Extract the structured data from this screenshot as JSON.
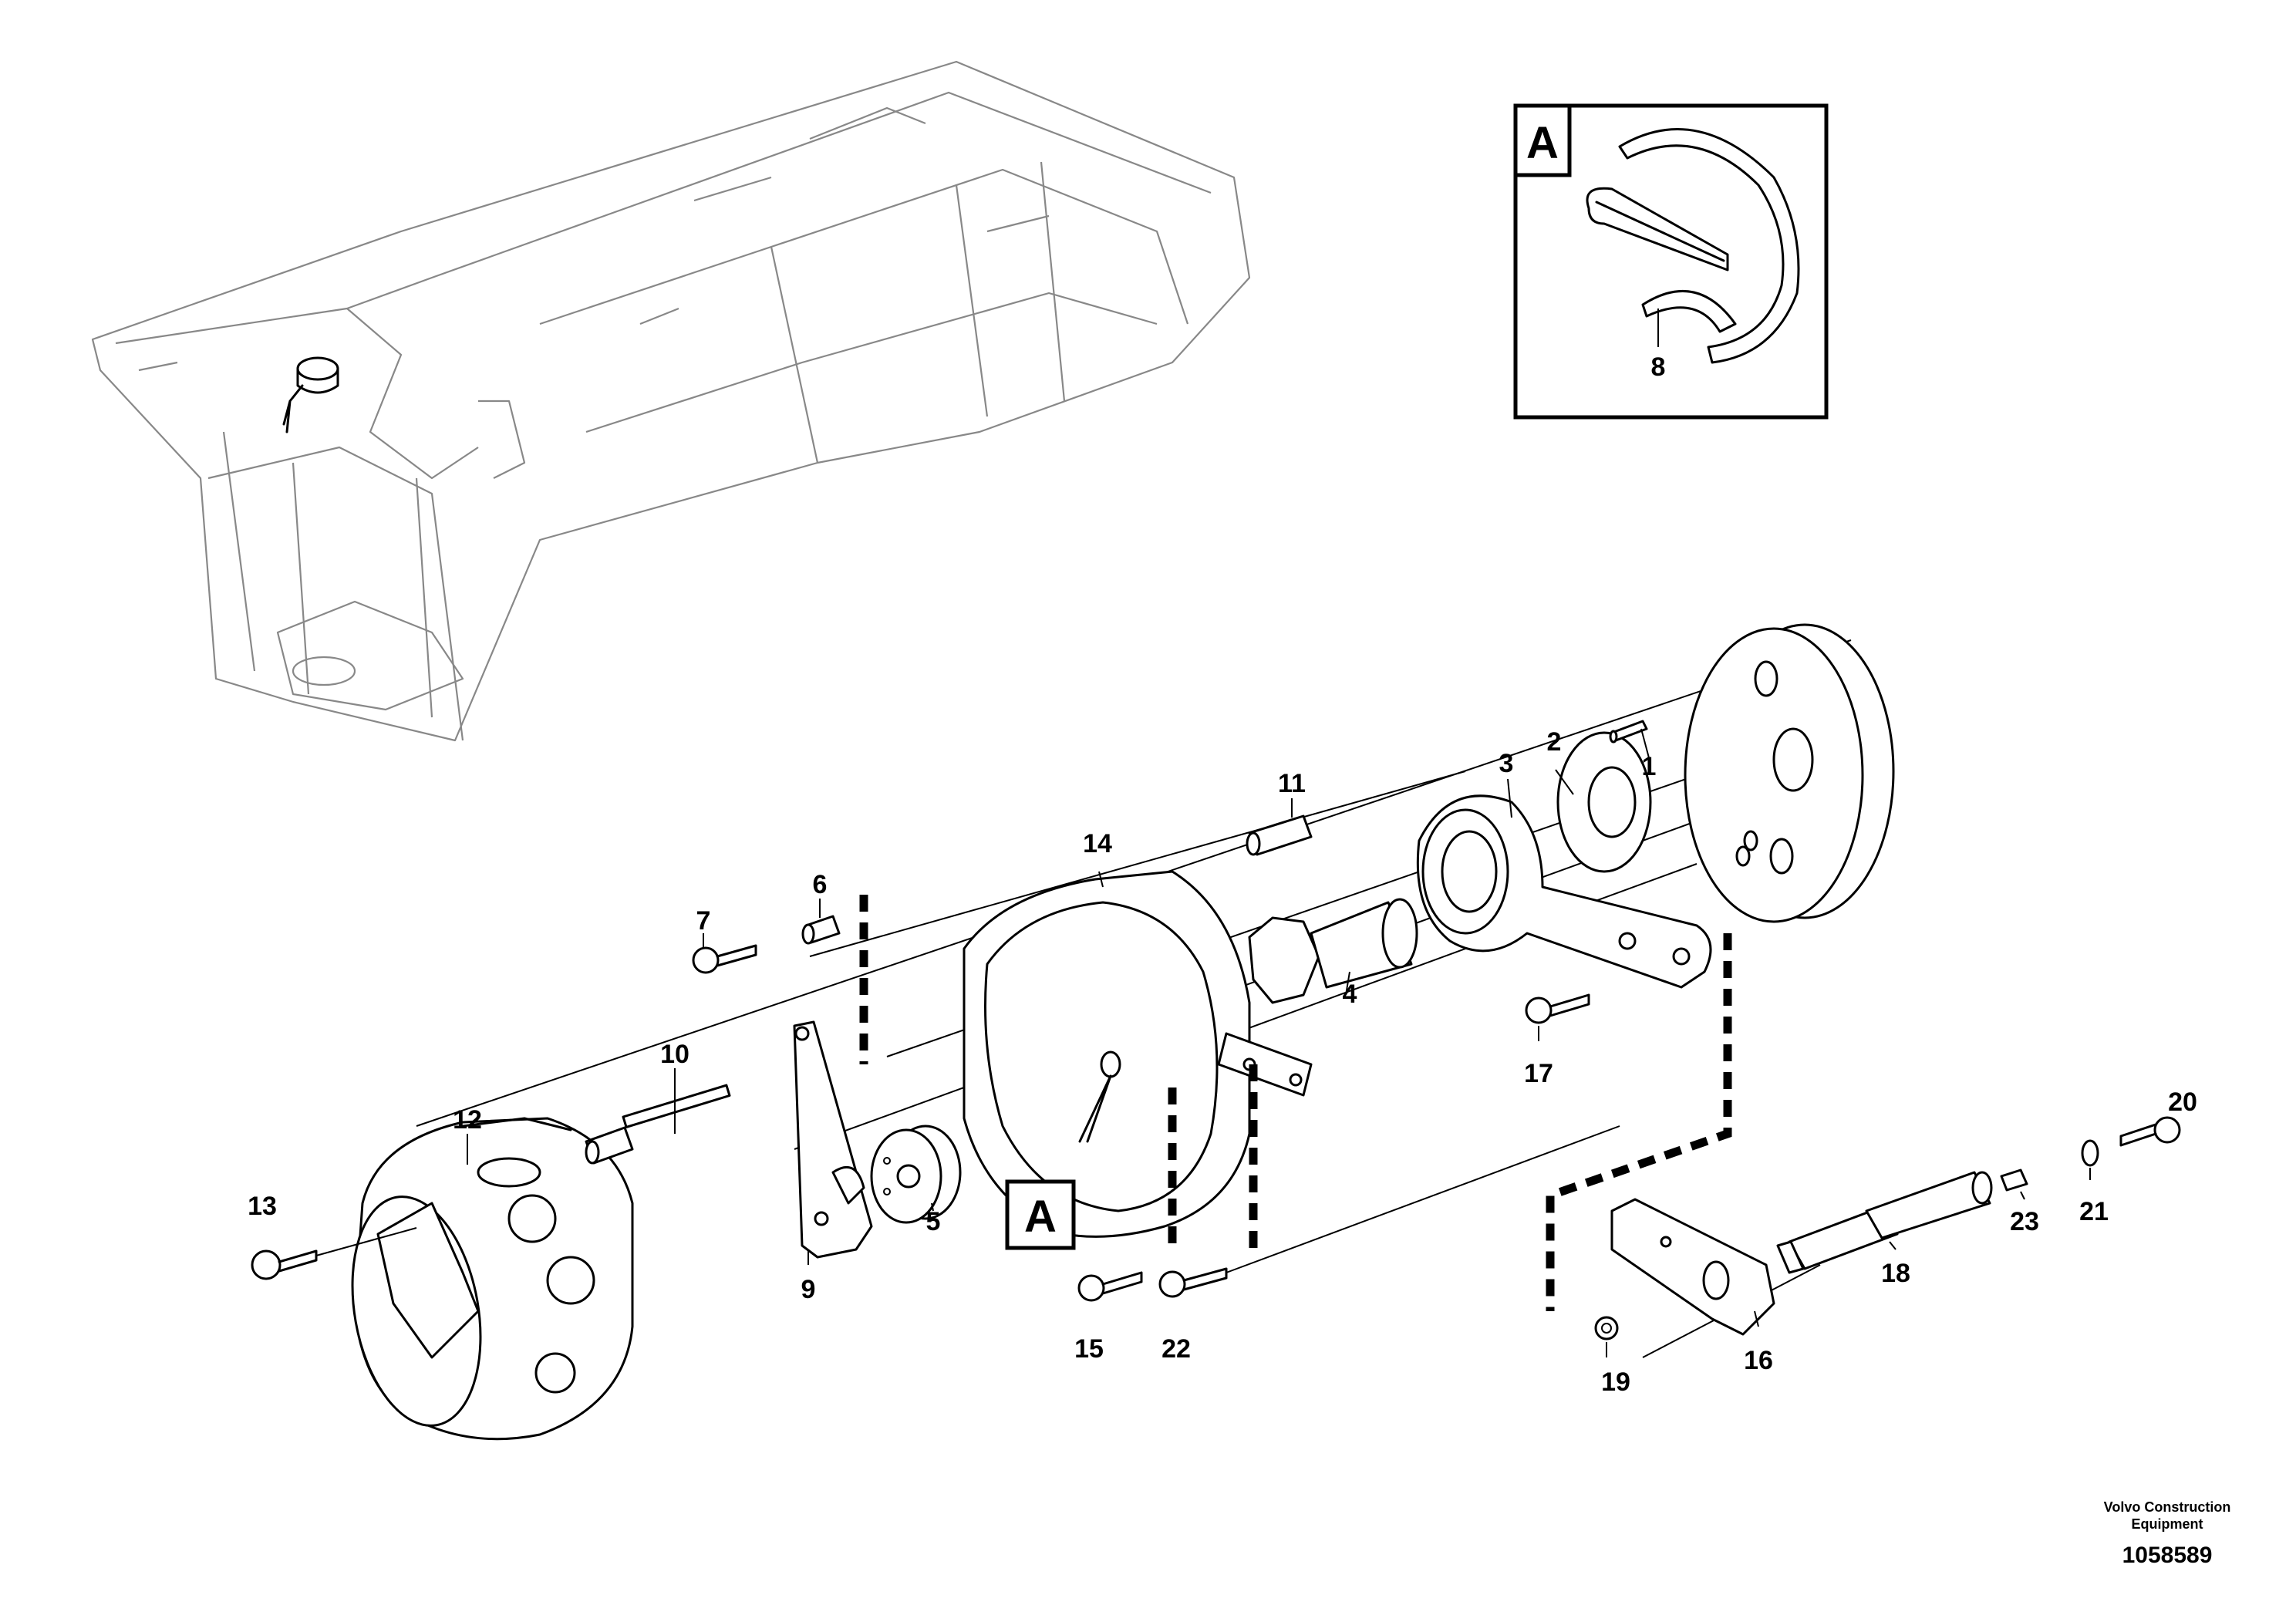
{
  "diagram": {
    "part_numbers": [
      "1",
      "2",
      "3",
      "4",
      "5",
      "6",
      "7",
      "8",
      "9",
      "10",
      "11",
      "12",
      "13",
      "14",
      "15",
      "16",
      "17",
      "18",
      "19",
      "20",
      "21",
      "22",
      "23"
    ],
    "detail_label": "A",
    "footer": {
      "company_line1": "Volvo Construction",
      "company_line2": "Equipment",
      "figure_id": "1058589"
    }
  }
}
